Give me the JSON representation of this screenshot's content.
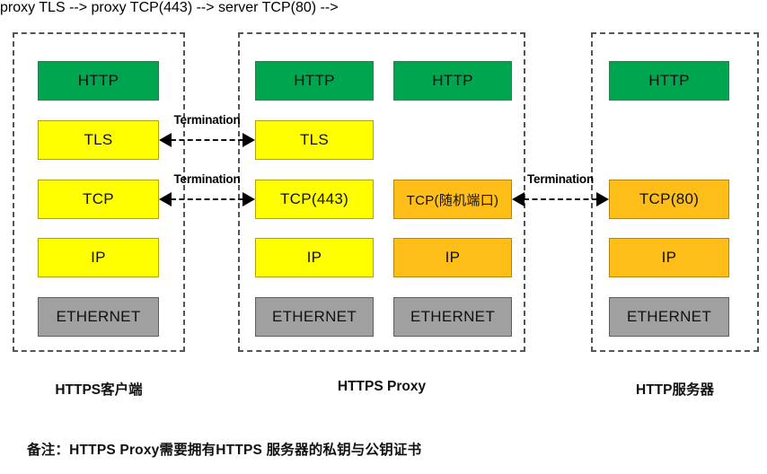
{
  "diagram": {
    "groups": [
      {
        "id": "client",
        "caption": "HTTPS客户端"
      },
      {
        "id": "proxy",
        "caption": "HTTPS Proxy"
      },
      {
        "id": "server",
        "caption": "HTTP服务器"
      }
    ],
    "columns": [
      {
        "id": "client-stack",
        "boxes": [
          {
            "label": "HTTP",
            "color": "green",
            "row": 0
          },
          {
            "label": "TLS",
            "color": "yellow",
            "row": 1
          },
          {
            "label": "TCP",
            "color": "yellow",
            "row": 2
          },
          {
            "label": "IP",
            "color": "yellow",
            "row": 3
          },
          {
            "label": "ETHERNET",
            "color": "gray",
            "row": 4
          }
        ]
      },
      {
        "id": "proxy-left-stack",
        "boxes": [
          {
            "label": "HTTP",
            "color": "green",
            "row": 0
          },
          {
            "label": "TLS",
            "color": "yellow",
            "row": 1
          },
          {
            "label": "TCP(443)",
            "color": "yellow",
            "row": 2
          },
          {
            "label": "IP",
            "color": "yellow",
            "row": 3
          },
          {
            "label": "ETHERNET",
            "color": "gray",
            "row": 4
          }
        ]
      },
      {
        "id": "proxy-right-stack",
        "boxes": [
          {
            "label": "HTTP",
            "color": "green",
            "row": 0
          },
          {
            "label": "TCP(随机端口)",
            "color": "orange",
            "row": 2
          },
          {
            "label": "IP",
            "color": "orange",
            "row": 3
          },
          {
            "label": "ETHERNET",
            "color": "gray",
            "row": 4
          }
        ]
      },
      {
        "id": "server-stack",
        "boxes": [
          {
            "label": "HTTP",
            "color": "green",
            "row": 0
          },
          {
            "label": "TCP(80)",
            "color": "orange",
            "row": 2
          },
          {
            "label": "IP",
            "color": "orange",
            "row": 3
          },
          {
            "label": "ETHERNET",
            "color": "gray",
            "row": 4
          }
        ]
      }
    ],
    "connectors": [
      {
        "id": "tls-termination",
        "label": "Termination"
      },
      {
        "id": "tcp-termination",
        "label": "Termination"
      },
      {
        "id": "proxy-server-termination",
        "label": "Termination"
      }
    ],
    "footnote": "备注：HTTPS Proxy需要拥有HTTPS 服务器的私钥与公钥证书",
    "colors": {
      "application": "#00A550",
      "secure": "#FFFF00",
      "plain": "#FFBD18",
      "link": "#A0A0A0",
      "container_border": "#555555"
    }
  }
}
